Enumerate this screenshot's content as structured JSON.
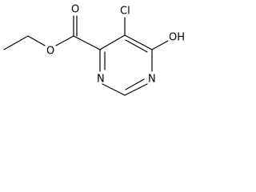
{
  "molecule": {
    "atom_labels": {
      "chlorine": "Cl",
      "hydroxyl": "OH",
      "ring_n_left": "N",
      "ring_n_right": "N",
      "ester_carbonyl_o": "O",
      "ester_ether_o": "O"
    },
    "colors": {
      "bond": "#000000",
      "text": "#000000",
      "background": "#ffffff"
    }
  }
}
